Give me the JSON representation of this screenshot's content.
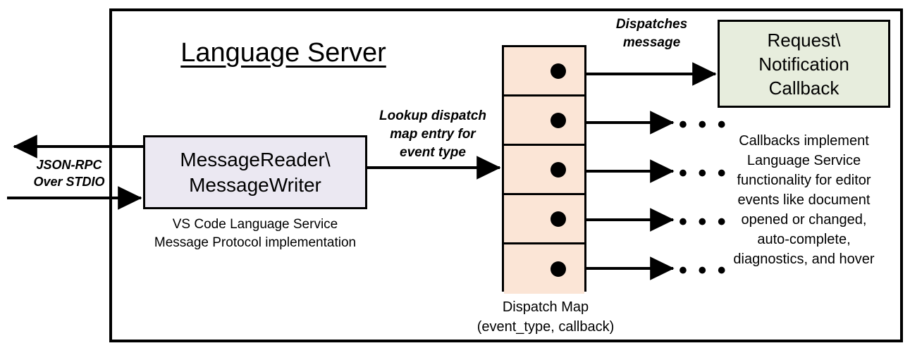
{
  "diagram": {
    "title": "Language Server",
    "outer_container_label": "Language Server"
  },
  "io": {
    "protocol_label_line1": "JSON-RPC",
    "protocol_label_line2": "Over STDIO",
    "inbound_arrow": "arrow-right-into-message-reader",
    "outbound_arrow": "arrow-left-out-of-message-writer"
  },
  "message_io_node": {
    "line1": "MessageReader\\",
    "line2": "MessageWriter",
    "caption_line1": "VS Code Language Service",
    "caption_line2": "Message Protocol implementation",
    "fill": "#EBE8F2"
  },
  "lookup_edge": {
    "label_line1": "Lookup dispatch",
    "label_line2": "map entry for",
    "label_line3": "event type"
  },
  "dispatch_map": {
    "caption_line1": "Dispatch Map",
    "caption_line2": "(event_type, callback)",
    "fill": "#FBE5D6",
    "rows": [
      {
        "id": "row-1",
        "dot": "filled-dot",
        "target": "callback-box"
      },
      {
        "id": "row-2",
        "dot": "filled-dot",
        "target": "ellipsis"
      },
      {
        "id": "row-3",
        "dot": "filled-dot",
        "target": "ellipsis"
      },
      {
        "id": "row-4",
        "dot": "filled-dot",
        "target": "ellipsis"
      },
      {
        "id": "row-5",
        "dot": "filled-dot",
        "target": "ellipsis"
      }
    ],
    "ellipsis_glyph": "• • •"
  },
  "dispatch_edge": {
    "label_line1": "Dispatches",
    "label_line2": "message"
  },
  "callback_node": {
    "line1": "Request\\",
    "line2": "Notification",
    "line3": "Callback",
    "fill": "#E7EDDD",
    "caption_line1": "Callbacks implement",
    "caption_line2": "Language Service",
    "caption_line3": "functionality for editor",
    "caption_line4": "events like document",
    "caption_line5": "opened or changed,",
    "caption_line6": "auto-complete,",
    "caption_line7": "diagnostics, and hover"
  },
  "colors": {
    "stroke": "#000000",
    "background": "#FFFFFF",
    "lavender": "#EBE8F2",
    "peach": "#FBE5D6",
    "green": "#E7EDDD"
  }
}
